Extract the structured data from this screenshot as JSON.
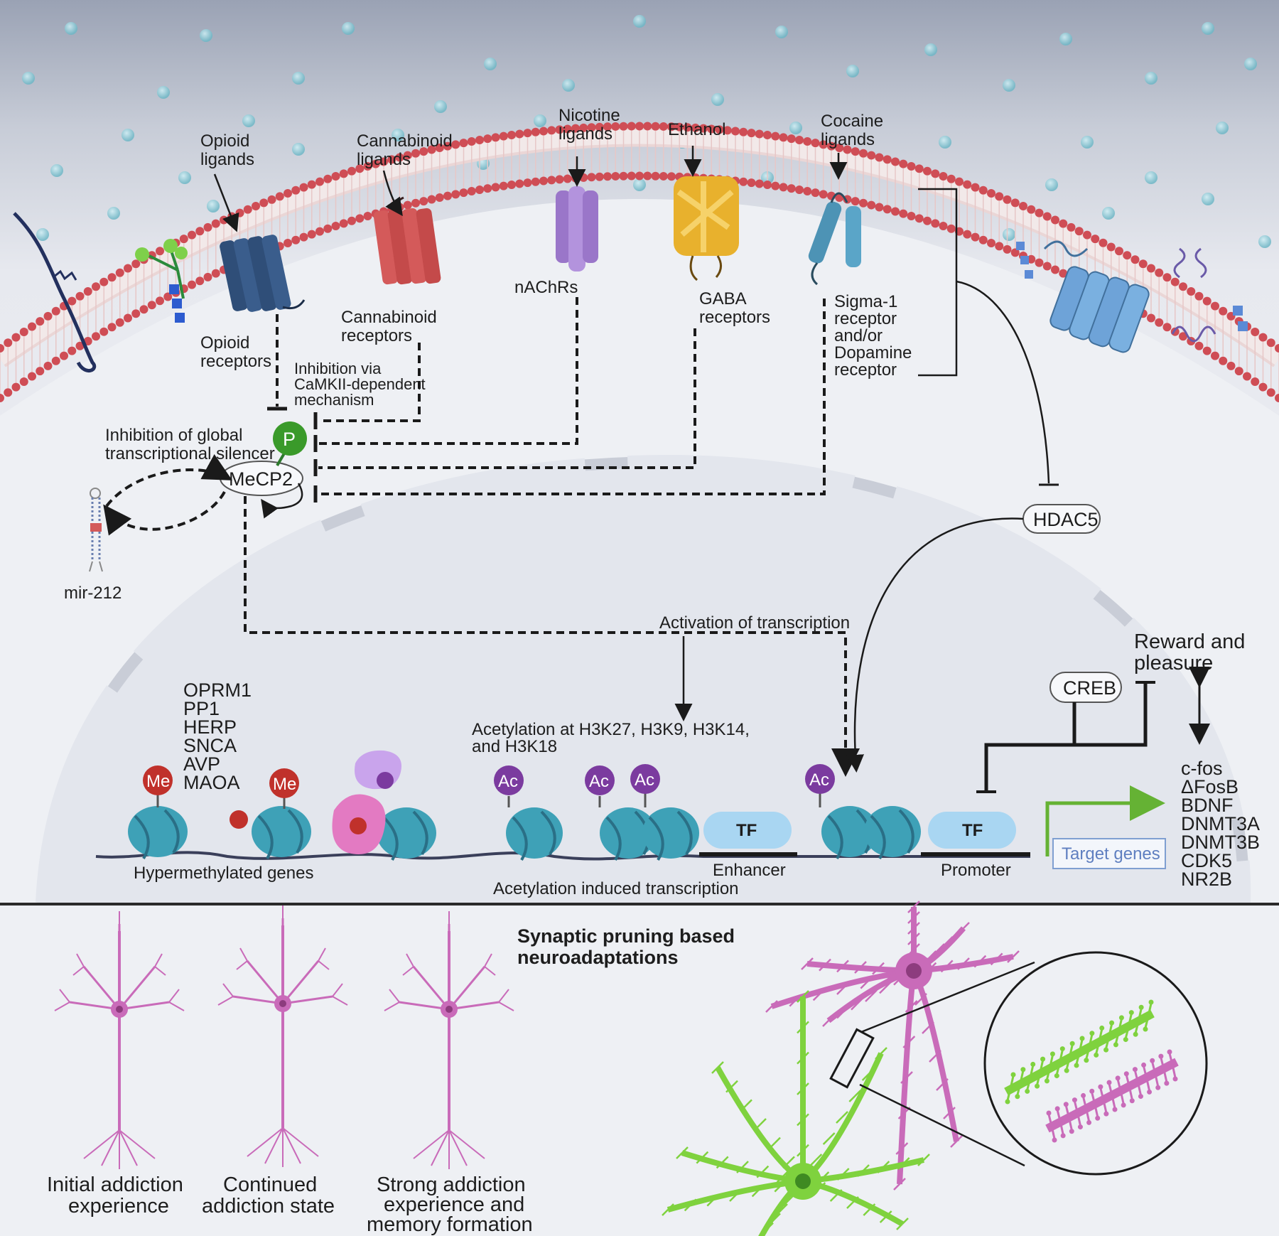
{
  "drugs": {
    "opioid_ligands": [
      "Opioid",
      "ligands"
    ],
    "cannabinoid_ligands": [
      "Cannabinoid",
      "ligands"
    ],
    "nicotine_ligands": [
      "Nicotine",
      "ligands"
    ],
    "ethanol": "Ethanol",
    "cocaine_ligands": [
      "Cocaine",
      "ligands"
    ]
  },
  "receptors": {
    "opioid": [
      "Opioid",
      "receptors"
    ],
    "cannabinoid": [
      "Cannabinoid",
      "receptors"
    ],
    "nachrs": "nAChRs",
    "gaba": [
      "GABA",
      "receptors"
    ],
    "sigma_dopamine": [
      "Sigma-1",
      "receptor",
      "and/or",
      "Dopamine",
      "receptor"
    ]
  },
  "mechanisms": {
    "camkii": [
      "Inhibition via",
      "CaMKII-dependent",
      "mechanism"
    ],
    "global_silencer": [
      "Inhibition of global",
      "transcriptional silencer"
    ],
    "phospho": "P",
    "mecp2": "MeCP2",
    "mir212": "mir-212",
    "hdac5": "HDAC5",
    "activation": "Activation of transcription",
    "acetylation_sites": [
      "Acetylation at H3K27, H3K9, H3K14,",
      "and H3K18"
    ]
  },
  "chromatin": {
    "hyper_genes": [
      "OPRM1",
      "PP1",
      "HERP",
      "SNCA",
      "AVP",
      "MAOA"
    ],
    "me_mark": "Me",
    "ac_mark": "Ac",
    "tf": "TF",
    "hypermethylated_label": "Hypermethylated genes",
    "enhancer": "Enhancer",
    "promoter": "Promoter",
    "target_genes": "Target genes",
    "acetylation_transcription": "Acetylation induced transcription",
    "creb": "CREB",
    "reward": [
      "Reward and",
      "pleasure"
    ],
    "target_list": [
      "c-fos",
      "ΔFosB",
      "BDNF",
      "DNMT3A",
      "DNMT3B",
      "CDK5",
      "NR2B"
    ]
  },
  "pruning": {
    "title": [
      "Synaptic pruning based",
      "neuroadaptations"
    ],
    "stages": [
      [
        "Initial addiction",
        "experience"
      ],
      [
        "Continued",
        "addiction state"
      ],
      [
        "Strong addiction",
        "experience and",
        "memory formation"
      ]
    ]
  },
  "colors": {
    "membrane_head": "#cf4d55",
    "opioid_receptor": "#2f4e78",
    "cannabinoid_receptor": "#d45a5a",
    "nachr": "#9a76c9",
    "gaba": "#e8b12d",
    "sigma": "#4d93b5",
    "nucleosome": "#3ea1b7",
    "me_mark": "#c0312b",
    "ac_mark": "#7b3b9f",
    "tf": "#a9d6f2",
    "creb_arrow": "#65b234",
    "neuron_pink": "#c96bb9",
    "neuron_green": "#7fd23e"
  }
}
